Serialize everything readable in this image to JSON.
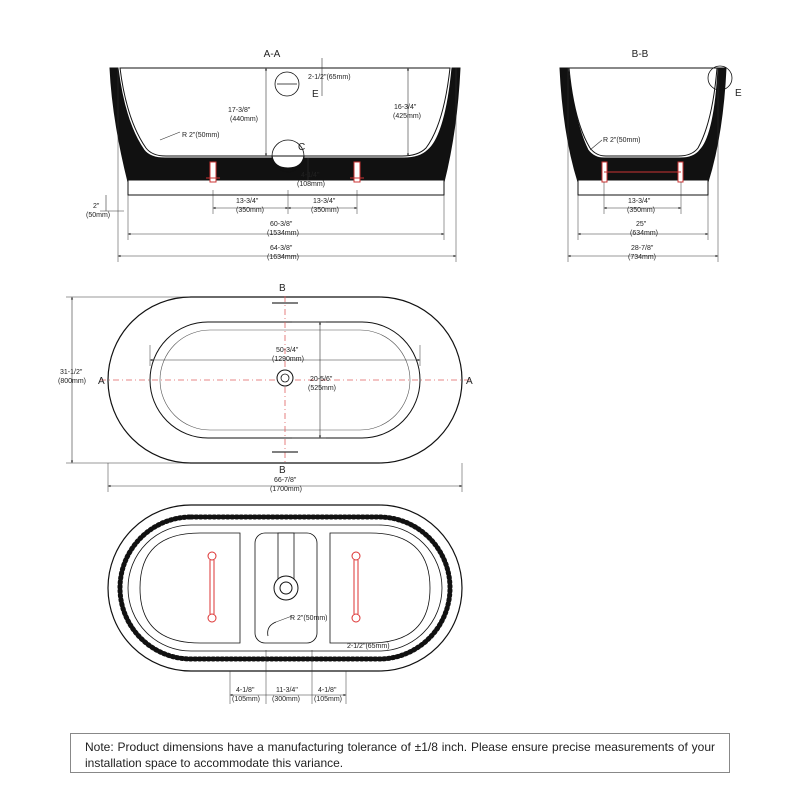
{
  "views": {
    "aa": {
      "title": "A-A"
    },
    "bb": {
      "title": "B-B"
    }
  },
  "aa_dims": {
    "rim_offset_in": "2-1/2\"(65mm)",
    "detail_e": "E",
    "inner_depth_in": "17-3/8\"",
    "inner_depth_mm": "(440mm)",
    "outer_depth_in": "16-3/4\"",
    "outer_depth_mm": "(425mm)",
    "radius": "R 2\"(50mm)",
    "detail_c": "C",
    "drain_h_in": "4-1/4\"",
    "drain_h_mm": "(108mm)",
    "leg_left_in": "13-3/4\"",
    "leg_left_mm": "(350mm)",
    "leg_right_in": "13-3/4\"",
    "leg_right_mm": "(350mm)",
    "base_in": "2\"",
    "base_mm": "(50mm)",
    "inner_len_in": "60-3/8\"",
    "inner_len_mm": "(1534mm)",
    "outer_len_in": "64-3/8\"",
    "outer_len_mm": "(1634mm)"
  },
  "bb_dims": {
    "radius": "R 2\"(50mm)",
    "detail_e": "E",
    "legs_in": "13-3/4\"",
    "legs_mm": "(350mm)",
    "base_in": "25\"",
    "base_mm": "(634mm)",
    "width_in": "28-7/8\"",
    "width_mm": "(734mm)"
  },
  "top_view": {
    "section_b": "B",
    "section_a": "A",
    "inner_len_in": "50-3/4\"",
    "inner_len_mm": "(1290mm)",
    "inner_w_in": "20-5/6\"",
    "inner_w_mm": "(525mm)",
    "height_in": "31-1/2\"",
    "height_mm": "(800mm)",
    "len_in": "66-7/8\"",
    "len_mm": "(1700mm)"
  },
  "bottom_view": {
    "radius": "R 2\"(50mm)",
    "rim_in": "2-1/2\"(65mm)",
    "left_in": "4-1/8\"",
    "left_mm": "(105mm)",
    "mid_in": "11-3/4\"",
    "mid_mm": "(300mm)",
    "right_in": "4-1/8\"",
    "right_mm": "(105mm)"
  },
  "note": "Note: Product dimensions have a manufacturing tolerance of ±1/8 inch. Please ensure precise measurements of your installation space to accommodate this variance."
}
